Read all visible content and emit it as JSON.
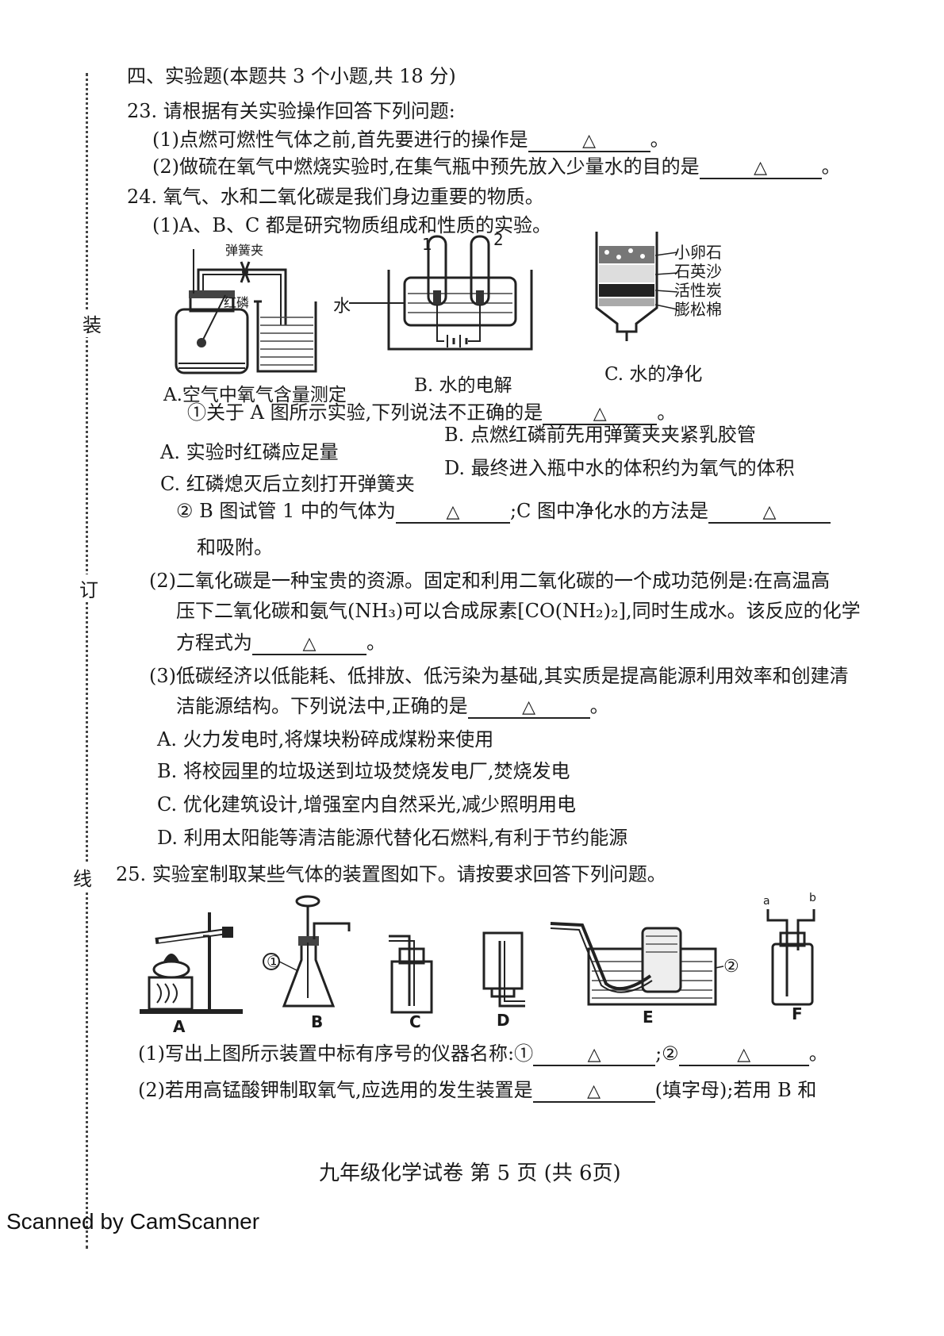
{
  "margin": {
    "chars": [
      "装",
      "订",
      "线"
    ]
  },
  "section": {
    "title": "四、实验题(本题共 3 个小题,共 18 分)"
  },
  "q23": {
    "stem": "23. 请根据有关实验操作回答下列问题:",
    "p1_text": "(1)点燃可燃性气体之前,首先要进行的操作是",
    "p2_text": "(2)做硫在氧气中燃烧实验时,在集气瓶中预先放入少量水的目的是"
  },
  "blank_mark": "△",
  "end_mark": "。",
  "q24": {
    "stem": "24. 氧气、水和二氧化碳是我们身边重要的物质。",
    "p1": "(1)A、B、C 都是研究物质组成和性质的实验。",
    "figA": {
      "caption": "A.空气中氧气含量测定",
      "clip": "弹簧夹",
      "phosphorus": "红磷"
    },
    "figB": {
      "caption": "B. 水的电解",
      "tube1": "1",
      "tube2": "2",
      "water": "水"
    },
    "figC": {
      "caption": "C. 水的净化",
      "layers": [
        "小卵石",
        "石英沙",
        "活性炭",
        "膨松棉"
      ]
    },
    "sub1": {
      "stem": "①关于 A 图所示实验,下列说法不正确的是",
      "options": [
        "A. 实验时红磷应足量",
        "B. 点燃红磷前先用弹簧夹夹紧乳胶管",
        "C. 红磷熄灭后立刻打开弹簧夹",
        "D. 最终进入瓶中水的体积约为氧气的体积"
      ]
    },
    "sub2": {
      "text_a": "② B 图试管 1 中的气体为",
      "text_b": ";C 图中净化水的方法是",
      "text_c": "和吸附。"
    },
    "p2": {
      "line1": "(2)二氧化碳是一种宝贵的资源。固定和利用二氧化碳的一个成功范例是:在高温高",
      "line2": "压下二氧化碳和氨气(NH₃)可以合成尿素[CO(NH₂)₂],同时生成水。该反应的化学",
      "line3": "方程式为"
    },
    "p3": {
      "line1": "(3)低碳经济以低能耗、低排放、低污染为基础,其实质是提高能源利用效率和创建清",
      "line2": "洁能源结构。下列说法中,正确的是",
      "options": [
        "A. 火力发电时,将煤块粉碎成煤粉来使用",
        "B. 将校园里的垃圾送到垃圾焚烧发电厂,焚烧发电",
        "C. 优化建筑设计,增强室内自然采光,减少照明用电",
        "D. 利用太阳能等清洁能源代替化石燃料,有利于节约能源"
      ]
    }
  },
  "q25": {
    "stem": "25. 实验室制取某些气体的装置图如下。请按要求回答下列问题。",
    "labels": [
      "A",
      "B",
      "C",
      "D",
      "E",
      "F"
    ],
    "mark1": "①",
    "mark2": "②",
    "mark_a": "a",
    "mark_b": "b",
    "p1_text": "(1)写出上图所示装置中标有序号的仪器名称:①",
    "p1_mid": ";②",
    "p2_text": "(2)若用高锰酸钾制取氧气,应选用的发生装置是",
    "p2_tail": "(填字母);若用 B 和"
  },
  "footer": {
    "text": "九年级化学试卷  第 5 页  (共 6页)"
  },
  "watermark": {
    "text": "Scanned by CamScanner"
  }
}
